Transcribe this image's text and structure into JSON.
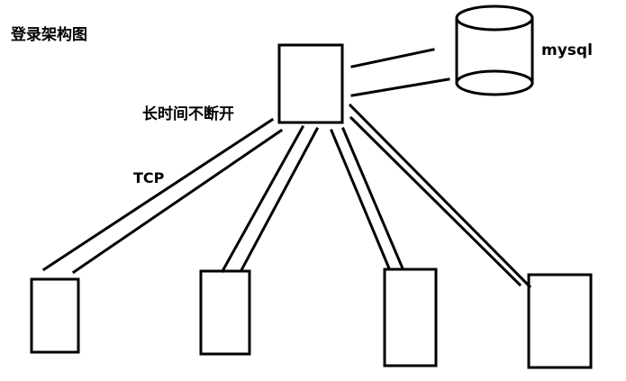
{
  "diagram": {
    "title": "登录架构图",
    "database_label": "mysql",
    "connection_note": "长时间不断开",
    "protocol_label": "TCP",
    "colors": {
      "stroke": "#000000",
      "background": "#ffffff"
    }
  }
}
